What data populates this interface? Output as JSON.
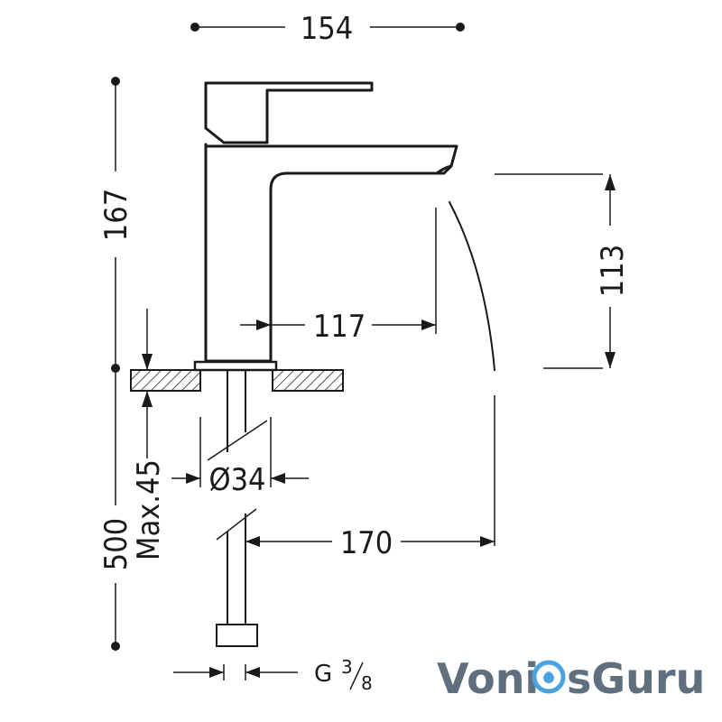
{
  "dimensions": {
    "width_top": "154",
    "height_total": "167",
    "spout_reach": "117",
    "spout_height": "113",
    "base_diameter": "Ø34",
    "max_thickness": "Max.45",
    "hose_length": "500",
    "stream_reach": "170",
    "thread_letter": "G",
    "thread_num": "3",
    "thread_den": "8"
  },
  "logo": {
    "part1": "Voni",
    "part2": "sGuru",
    "accent_color": "#4aa3df",
    "text_color": "#5f6f7d"
  }
}
